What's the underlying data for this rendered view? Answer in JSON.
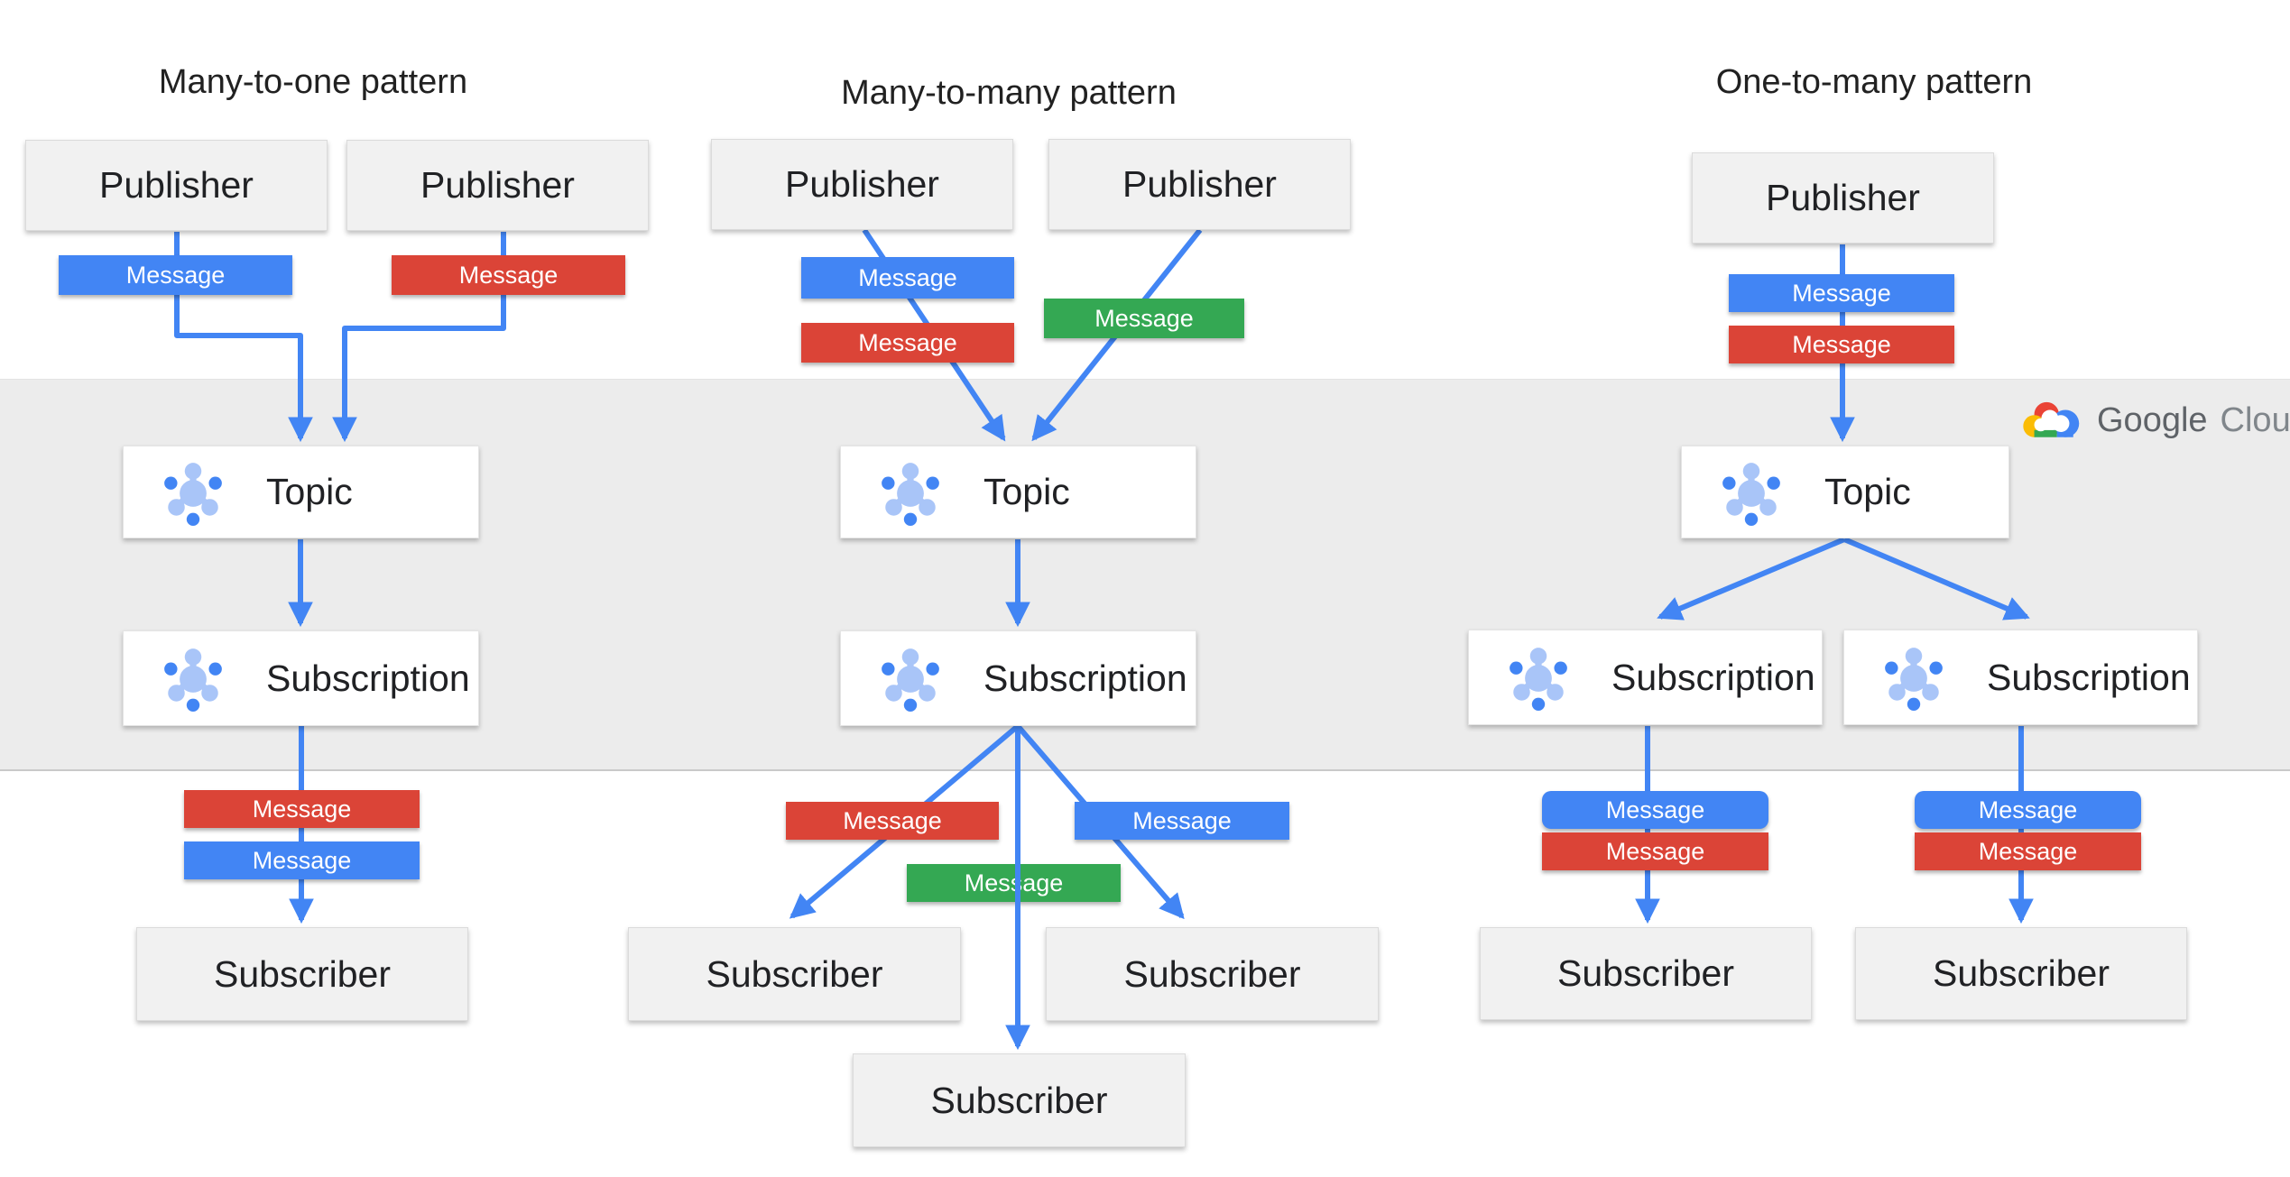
{
  "diagram": {
    "titles": {
      "left": "Many-to-one pattern",
      "middle": "Many-to-many pattern",
      "right": "One-to-many pattern"
    },
    "labels": {
      "publisher": "Publisher",
      "topic": "Topic",
      "subscription": "Subscription",
      "subscriber": "Subscriber",
      "message": "Message"
    },
    "logo": {
      "google": "Google",
      "cloud": "Cloud"
    },
    "colors": {
      "message_blue": "#4285F4",
      "message_red": "#DB4437",
      "message_green": "#34A853",
      "arrow_blue": "#4285F4",
      "band_gray": "#ECECEC",
      "box_gray": "#F1F1F1",
      "icon_light_blue": "#A9C5F8",
      "icon_blue": "#4285F4",
      "logo_text_gray": "#5F6368"
    }
  }
}
